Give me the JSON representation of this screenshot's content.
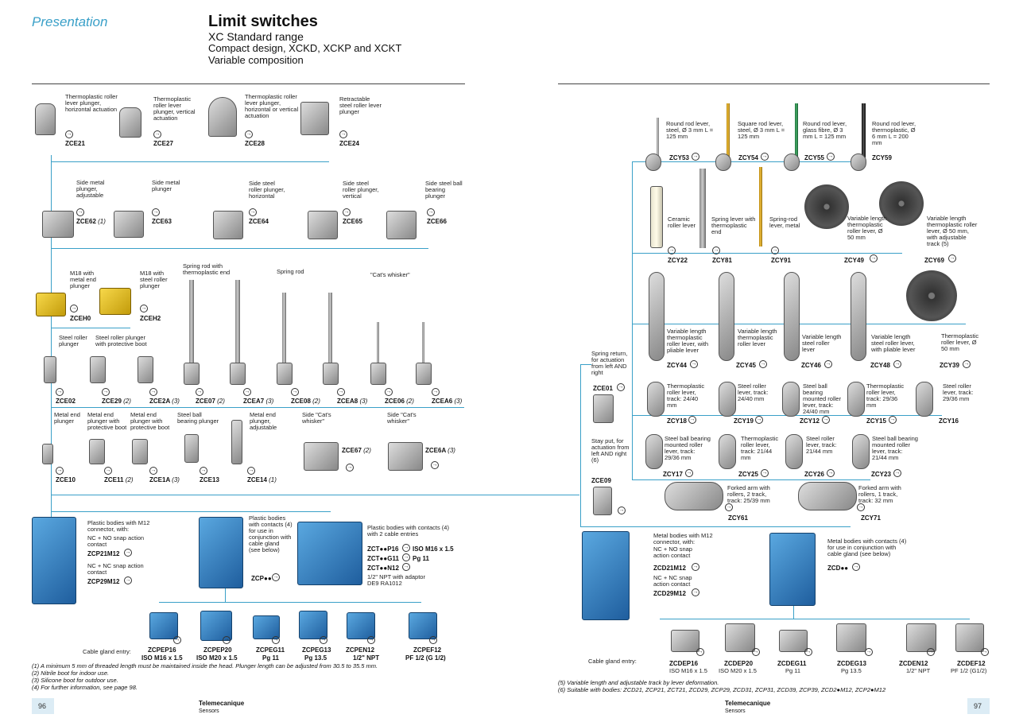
{
  "header": {
    "section": "Presentation",
    "title": "Limit switches",
    "subtitle1": "XC Standard range",
    "subtitle2": "Compact design, XCKD, XCKP and XCKT",
    "subtitle3": "Variable composition"
  },
  "left": {
    "row1": [
      {
        "label": "Thermoplastic roller lever plunger, horizontal actuation",
        "ref": "ZCE21"
      },
      {
        "label": "Thermoplastic roller lever plunger, vertical actuation",
        "ref": "ZCE27"
      },
      {
        "label": "Thermoplastic roller lever plunger, horizontal or vertical actuation",
        "ref": "ZCE28"
      },
      {
        "label": "Retractable steel roller lever plunger",
        "ref": "ZCE24"
      }
    ],
    "row2": [
      {
        "label": "Side metal plunger, adjustable",
        "ref": "ZCE62",
        "note": "(1)"
      },
      {
        "label": "Side metal plunger",
        "ref": "ZCE63",
        "note": ""
      },
      {
        "label": "Side steel roller plunger, horizontal",
        "ref": "ZCE64",
        "note": ""
      },
      {
        "label": "Side steel roller plunger, vertical",
        "ref": "ZCE65",
        "note": ""
      },
      {
        "label": "Side steel ball bearing plunger",
        "ref": "ZCE66",
        "note": ""
      }
    ],
    "row3": [
      {
        "label": "M18 with metal end plunger",
        "ref": "ZCEH0"
      },
      {
        "label": "M18 with steel roller plunger",
        "ref": "ZCEH2"
      }
    ],
    "row3b": {
      "spring_thermo": "Spring rod with thermoplastic end",
      "spring": "Spring rod",
      "cat": "\"Cat's whisker\""
    },
    "row4": [
      {
        "label": "Steel roller plunger",
        "ref": "ZCE02",
        "note": ""
      },
      {
        "label": "Steel roller plunger with protective boot",
        "ref": "ZCE29",
        "note": "(2)"
      },
      {
        "label": "",
        "ref": "ZCE2A",
        "note": "(3)"
      },
      {
        "label": "",
        "ref": "ZCE07",
        "note": "(2)"
      },
      {
        "label": "",
        "ref": "ZCEA7",
        "note": "(3)"
      },
      {
        "label": "",
        "ref": "ZCE08",
        "note": "(2)"
      },
      {
        "label": "",
        "ref": "ZCEA8",
        "note": "(3)"
      },
      {
        "label": "",
        "ref": "ZCE06",
        "note": "(2)"
      },
      {
        "label": "",
        "ref": "ZCEA6",
        "note": "(3)"
      }
    ],
    "row5": [
      {
        "label": "Metal end plunger",
        "ref": "ZCE10",
        "note": ""
      },
      {
        "label": "Metal end plunger with protective boot",
        "ref": "ZCE11",
        "note": "(2)"
      },
      {
        "label": "Metal end plunger with protective boot",
        "ref": "ZCE1A",
        "note": "(3)"
      },
      {
        "label": "Steel ball bearing plunger",
        "ref": "ZCE13",
        "note": ""
      },
      {
        "label": "Metal end plunger, adjustable",
        "ref": "ZCE14",
        "note": "(1)"
      },
      {
        "label": "Side \"Cat's whisker\"",
        "ref": "ZCE67",
        "note": "(2)"
      },
      {
        "label": "Side \"Cat's whisker\"",
        "ref": "ZCE6A",
        "note": "(3)"
      }
    ],
    "bodies": {
      "a_label": "Plastic bodies with M12 connector, with:",
      "a_nc_no": "NC + NO snap action contact",
      "a_ref1": "ZCP21M12",
      "a_nc_nc": "NC + NC snap action contact",
      "a_ref2": "ZCP29M12",
      "b_label": "Plastic bodies with contacts (4) for use in conjunction with cable gland (see below)",
      "b_ref": "ZCP●●",
      "c_label": "Plastic bodies with contacts (4) with 2 cable entries",
      "c_ref1": "ZCT●●P16",
      "c_val1": "ISO M16 x 1.5",
      "c_ref2": "ZCT●●G11",
      "c_val2": "Pg 11",
      "c_ref3": "ZCT●●N12",
      "c_note": "1/2\" NPT with adaptor DE9 RA1012"
    },
    "glands_label": "Cable gland entry:",
    "glands": [
      {
        "ref": "ZCPEP16",
        "val": "ISO M16 x 1.5"
      },
      {
        "ref": "ZCPEP20",
        "val": "ISO M20 x 1.5"
      },
      {
        "ref": "ZCPEG11",
        "val": "Pg 11"
      },
      {
        "ref": "ZCPEG13",
        "val": "Pg 13.5"
      },
      {
        "ref": "ZCPEN12",
        "val": "1/2\" NPT"
      },
      {
        "ref": "ZCPEF12",
        "val": "PF 1/2 (G 1/2)"
      }
    ],
    "footnotes": [
      "(1) A minimum 5 mm of threaded length must be maintained inside the head. Plunger length can be adjusted from 30.5 to 35.5 mm.",
      "(2) Nitrile boot for indoor use.",
      "(3) Silicone boot for outdoor use.",
      "(4) For further information, see page 98."
    ],
    "page": "96"
  },
  "right": {
    "rods": [
      {
        "label": "Round rod lever, steel, Ø 3 mm L = 125 mm",
        "ref": "ZCY53"
      },
      {
        "label": "Square rod lever, steel, Ø 3 mm L = 125 mm",
        "ref": "ZCY54"
      },
      {
        "label": "Round rod lever, glass fibre, Ø 3 mm L = 125 mm",
        "ref": "ZCY55"
      },
      {
        "label": "Round rod lever, thermoplastic, Ø 6 mm L = 200 mm",
        "ref": "ZCY59"
      }
    ],
    "row2": [
      {
        "label": "Ceramic roller lever",
        "ref": "ZCY22"
      },
      {
        "label": "Spring lever with thermoplastic end",
        "ref": "ZCY81"
      },
      {
        "label": "Spring-rod lever, metal",
        "ref": "ZCY91"
      },
      {
        "label": "Variable length thermoplastic roller lever, Ø 50 mm",
        "ref": "ZCY49"
      },
      {
        "label": "Variable length thermoplastic roller lever, Ø 50 mm, with adjustable track (5)",
        "ref": "ZCY69"
      }
    ],
    "row3": [
      {
        "label": "Variable length thermoplastic roller lever, with pliable lever",
        "ref": "ZCY44"
      },
      {
        "label": "Variable length thermoplastic roller lever",
        "ref": "ZCY45"
      },
      {
        "label": "Variable length steel roller lever",
        "ref": "ZCY46"
      },
      {
        "label": "Variable length steel roller lever, with pliable lever",
        "ref": "ZCY48"
      },
      {
        "label": "Thermoplastic roller lever, Ø 50 mm",
        "ref": "ZCY39"
      }
    ],
    "spring_return": "Spring return, for actuation from left AND right",
    "spring_ref": "ZCE01",
    "stay_put": "Stay put, for actuation from left AND right (6)",
    "stay_ref": "ZCE09",
    "row4": [
      {
        "label": "Thermoplastic roller lever, track: 24/40 mm",
        "ref": "ZCY18"
      },
      {
        "label": "Steel roller lever, track: 24/40 mm",
        "ref": "ZCY19"
      },
      {
        "label": "Steel ball bearing mounted roller lever, track: 24/40 mm",
        "ref": "ZCY12"
      },
      {
        "label": "Thermoplastic roller lever, track: 29/36 mm",
        "ref": "ZCY15"
      },
      {
        "label": "Steel roller lever, track: 29/36 mm",
        "ref": "ZCY16"
      }
    ],
    "row5": [
      {
        "label": "Steel ball bearing mounted roller lever, track: 29/36 mm",
        "ref": "ZCY17"
      },
      {
        "label": "Thermoplastic roller lever, track: 21/44 mm",
        "ref": "ZCY25"
      },
      {
        "label": "Steel roller lever, track: 21/44 mm",
        "ref": "ZCY26"
      },
      {
        "label": "Steel ball bearing mounted roller lever, track: 21/44 mm",
        "ref": "ZCY23"
      }
    ],
    "row6": [
      {
        "label": "Forked arm with rollers, 2 track, track: 25/39 mm",
        "ref": "ZCY61"
      },
      {
        "label": "Forked arm with rollers, 1 track, track: 32 mm",
        "ref": "ZCY71"
      }
    ],
    "bodies": {
      "a_label": "Metal bodies with M12 connector, with:",
      "a_nc_no": "NC + NO snap action contact",
      "a_ref1": "ZCD21M12",
      "a_nc_nc": "NC + NC snap action contact",
      "a_ref2": "ZCD29M12",
      "b_label": "Metal bodies with contacts (4) for use in conjunction with cable gland (see below)",
      "b_ref": "ZCD●●"
    },
    "glands_label": "Cable gland entry:",
    "glands": [
      {
        "ref": "ZCDEP16",
        "val": "ISO M16 x 1.5"
      },
      {
        "ref": "ZCDEP20",
        "val": "ISO M20 x 1.5"
      },
      {
        "ref": "ZCDEG11",
        "val": "Pg 11"
      },
      {
        "ref": "ZCDEG13",
        "val": "Pg 13.5"
      },
      {
        "ref": "ZCDEN12",
        "val": "1/2\" NPT"
      },
      {
        "ref": "ZCDEF12",
        "val": "PF 1/2 (G1/2)"
      }
    ],
    "footnotes": [
      "(5) Variable length and adjustable track by lever deformation.",
      "(6) Suitable with bodies: ZCD21, ZCP21, ZCT21, ZCD29, ZCP29, ZCD31, ZCP31, ZCD39, ZCP39, ZCD2●M12, ZCP2●M12"
    ],
    "page": "97"
  },
  "brand": {
    "name": "Telemecanique",
    "sub": "Sensors"
  },
  "colors": {
    "accent": "#3aa0c8",
    "blue_body": "#2b78c0",
    "yellow": "#e8c21d"
  }
}
